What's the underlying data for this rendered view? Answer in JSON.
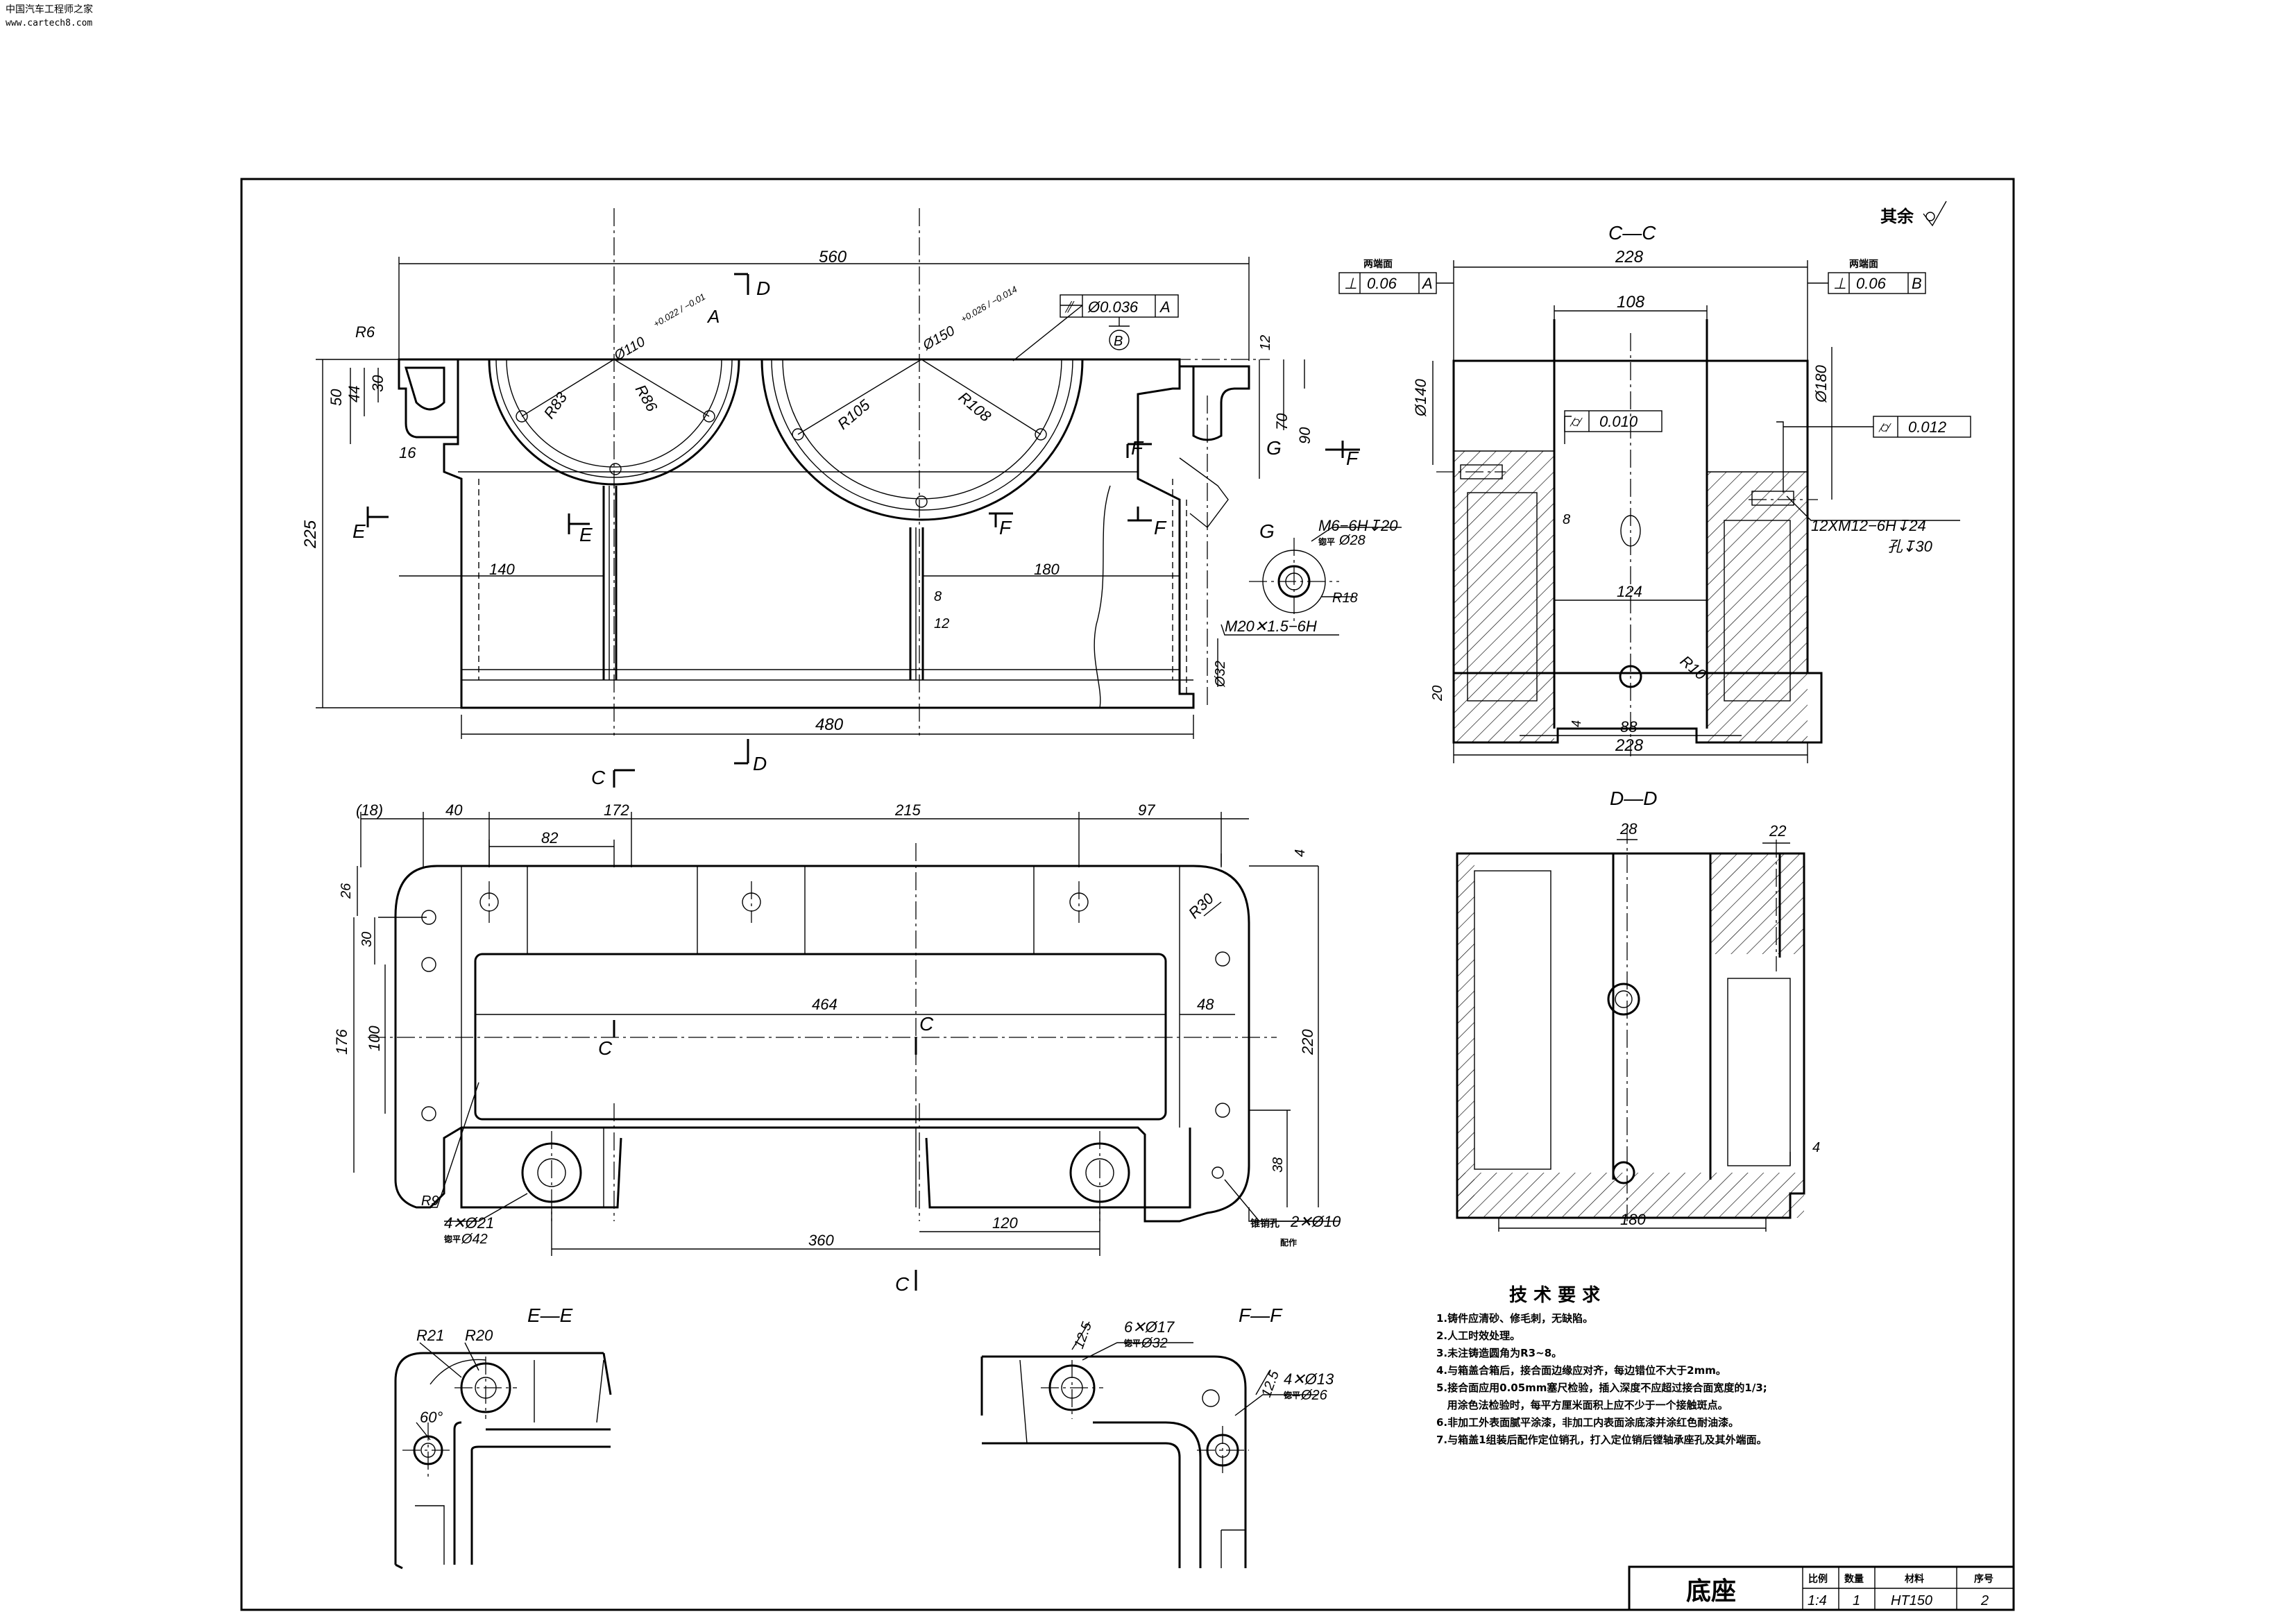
{
  "watermark": {
    "site_name": "中国汽车工程师之家",
    "url": "www.cartech8.com"
  },
  "main_view": {
    "dims": {
      "length_560": "560",
      "length_480": "480",
      "h_225": "225",
      "h_50": "50",
      "h_44": "44",
      "h_30": "30",
      "w_16": "16",
      "r6": "R6",
      "d140": "140",
      "d180": "180",
      "d8": "8",
      "d12": "12",
      "d12b": "12",
      "d70": "70",
      "d90": "90",
      "bore_small_1": "Ø110",
      "bore_small_tol": "+0.022 / −0.01",
      "bore_large_1": "Ø150",
      "bore_large_tol": "+0.026 / −0.014",
      "r83": "R83",
      "r86": "R86",
      "r105": "R105",
      "r108": "R108",
      "thread_m6": "M6−6H↧20",
      "thread_m6_sub_label": "锪平",
      "thread_m6_sub_val": "Ø28",
      "r18": "R18",
      "thread_m20": "M20✕1.5−6H",
      "d32": "Ø32"
    },
    "section_labels": {
      "a": "A",
      "b": "B",
      "d_top": "D",
      "d_bot": "D",
      "e1": "E",
      "e2": "E",
      "f1": "F",
      "f2": "F",
      "f3": "F",
      "f4": "F",
      "g1": "G",
      "g2": "G"
    },
    "tolerance_frame": {
      "symbol": "⫽",
      "value": "Ø0.036",
      "datum": "A"
    }
  },
  "section_cc": {
    "title": "C—C",
    "dims": {
      "w228_top": "228",
      "w108": "108",
      "d140": "Ø140",
      "d180": "Ø180",
      "w8": "8",
      "w124": "124",
      "r10": "R10",
      "h20": "20",
      "h4": "4",
      "w88": "88",
      "w228_bot": "228",
      "thread": "12XM12−6H↧24",
      "thread_sub": "孔↧30"
    },
    "tol_left": {
      "caption": "两端面",
      "symbol": "⊥",
      "value": "0.06",
      "datum": "A"
    },
    "tol_right": {
      "caption": "两端面",
      "symbol": "⊥",
      "value": "0.06",
      "datum": "B"
    },
    "tol_mid_left": {
      "symbol": "⌭",
      "value": "0.010"
    },
    "tol_mid_right": {
      "symbol": "⌭",
      "value": "0.012"
    }
  },
  "section_dd": {
    "title": "D—D",
    "dims": {
      "w28": "28",
      "w22": "22",
      "w4": "4",
      "w180": "180"
    }
  },
  "top_view": {
    "dims": {
      "d18": "(18)",
      "d40": "40",
      "d172": "172",
      "d215": "215",
      "d97": "97",
      "d82": "82",
      "d4": "4",
      "d26": "26",
      "d30": "30",
      "d176": "176",
      "d100": "100",
      "d464": "464",
      "d48": "48",
      "d220": "220",
      "d38": "38",
      "r30": "R30",
      "r9": "R9",
      "holes": "4✕Ø21",
      "holes_sub_label": "锪平",
      "holes_sub_val": "Ø42",
      "d120": "120",
      "d360": "360",
      "pin_label": "锥销孔",
      "pin_val": "2✕Ø10",
      "pin_sub": "配作"
    },
    "section_labels": {
      "c1": "C",
      "c2": "C",
      "c3": "C",
      "c4": "C"
    }
  },
  "section_ee": {
    "title": "E—E",
    "dims": {
      "r21": "R21",
      "r20": "R20",
      "a60": "60°"
    }
  },
  "section_ff": {
    "title": "F—F",
    "dims": {
      "holes6": "6✕Ø17",
      "holes6_sub_label": "锪平",
      "holes6_sub_val": "Ø32",
      "rough1": "12.5",
      "holes4": "4✕Ø13",
      "holes4_sub_label": "锪平",
      "holes4_sub_val": "Ø26",
      "rough2": "12.5"
    }
  },
  "surface_default": {
    "label": "其余"
  },
  "tech_requirements": {
    "title": "技 术 要 求",
    "items": [
      "1.铸件应清砂、修毛刺，无缺陷。",
      "2.人工时效处理。",
      "3.未注铸造圆角为R3~8。",
      "4.与箱盖合箱后，接合面边缘应对齐，每边错位不大于2mm。",
      "5.接合面应用0.05mm塞尺检验，插入深度不应超过接合面宽度的1/3;",
      "   用涂色法检验时，每平方厘米面积上应不少于一个接触斑点。",
      "6.非加工外表面腻平涂漆，非加工内表面涂底漆并涂红色耐油漆。",
      "7.与箱盖1组装后配作定位销孔，打入定位销后镗轴承座孔及其外端面。"
    ]
  },
  "title_block": {
    "part_name": "底座",
    "headers": [
      "比例",
      "数量",
      "材料",
      "序号"
    ],
    "values": [
      "1:4",
      "1",
      "HT150",
      "2"
    ]
  }
}
